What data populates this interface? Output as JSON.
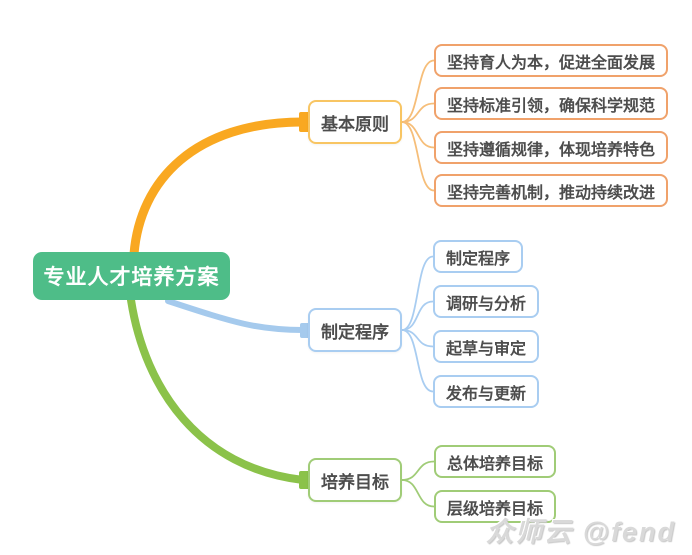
{
  "root": {
    "label": "专业人才培养方案"
  },
  "branches": [
    {
      "label": "基本原则",
      "branch_color": "#F9A821",
      "node_border_color": "#F8C563",
      "child_border_color": "#F0A26B",
      "children": [
        "坚持育人为本，促进全面发展",
        "坚持标准引领，确保科学规范",
        "坚持遵循规律，体现培养特色",
        "坚持完善机制，推动持续改进"
      ]
    },
    {
      "label": "制定程序",
      "branch_color": "#A5CAED",
      "node_border_color": "#A9CDF1",
      "child_border_color": "#A9CDF1",
      "children": [
        "制定程序",
        "调研与分析",
        "起草与审定",
        "发布与更新"
      ]
    },
    {
      "label": "培养目标",
      "branch_color": "#8BC24A",
      "node_border_color": "#A0CC77",
      "child_border_color": "#A0CC77",
      "children": [
        "总体培养目标",
        "层级培养目标"
      ]
    }
  ],
  "watermark": "众师云 @fend",
  "colors": {
    "root_background": "#4EBD88",
    "root_text": "#FFFFFF",
    "node_text": "#4D4D4D",
    "page_background": "#FFFFFF",
    "watermark_text": "#D9D9D9"
  }
}
